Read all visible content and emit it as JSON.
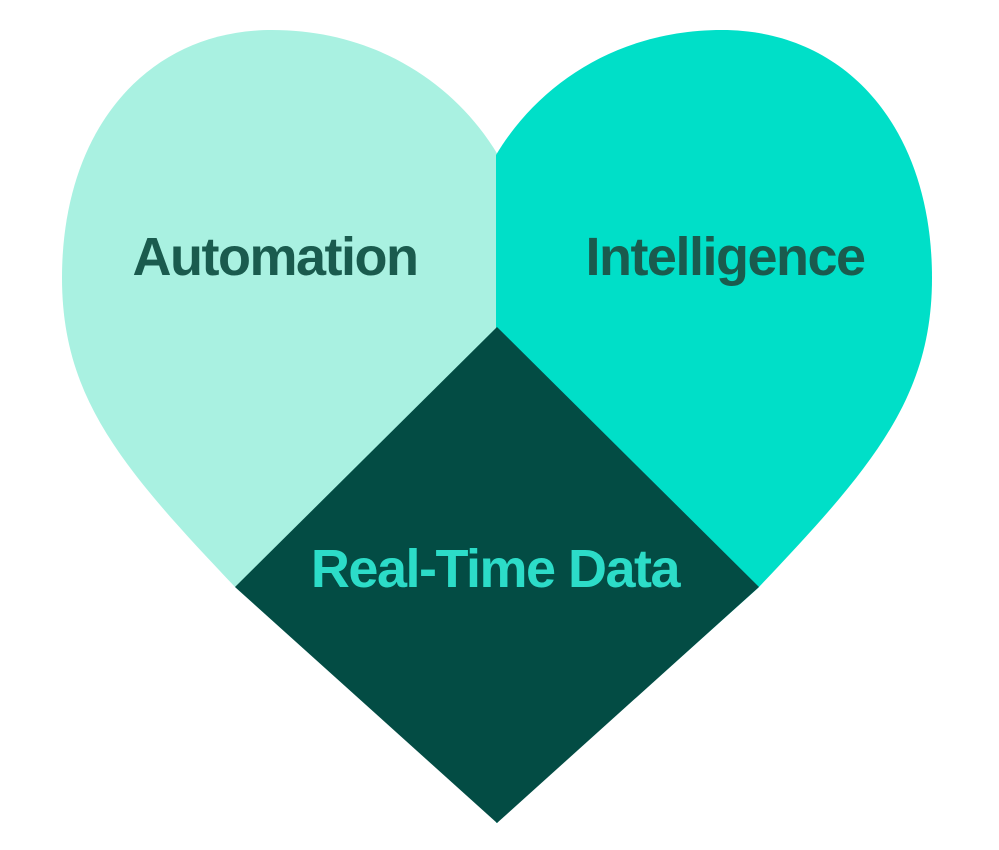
{
  "diagram": {
    "type": "heart-venn-infographic",
    "shape": "heart",
    "background_color": "#ffffff",
    "sections": [
      {
        "id": "automation",
        "label": "Automation",
        "region": "left-lobe",
        "fill_color": "#a9f1e1",
        "text_color": "#1a5b4e"
      },
      {
        "id": "intelligence",
        "label": "Intelligence",
        "region": "right-lobe",
        "fill_color": "#00dfc8",
        "text_color": "#1a5b4e"
      },
      {
        "id": "real_time_data",
        "label": "Real-Time Data",
        "region": "bottom-diamond",
        "fill_color": "#034c44",
        "text_color": "#2cdcc8"
      }
    ]
  }
}
